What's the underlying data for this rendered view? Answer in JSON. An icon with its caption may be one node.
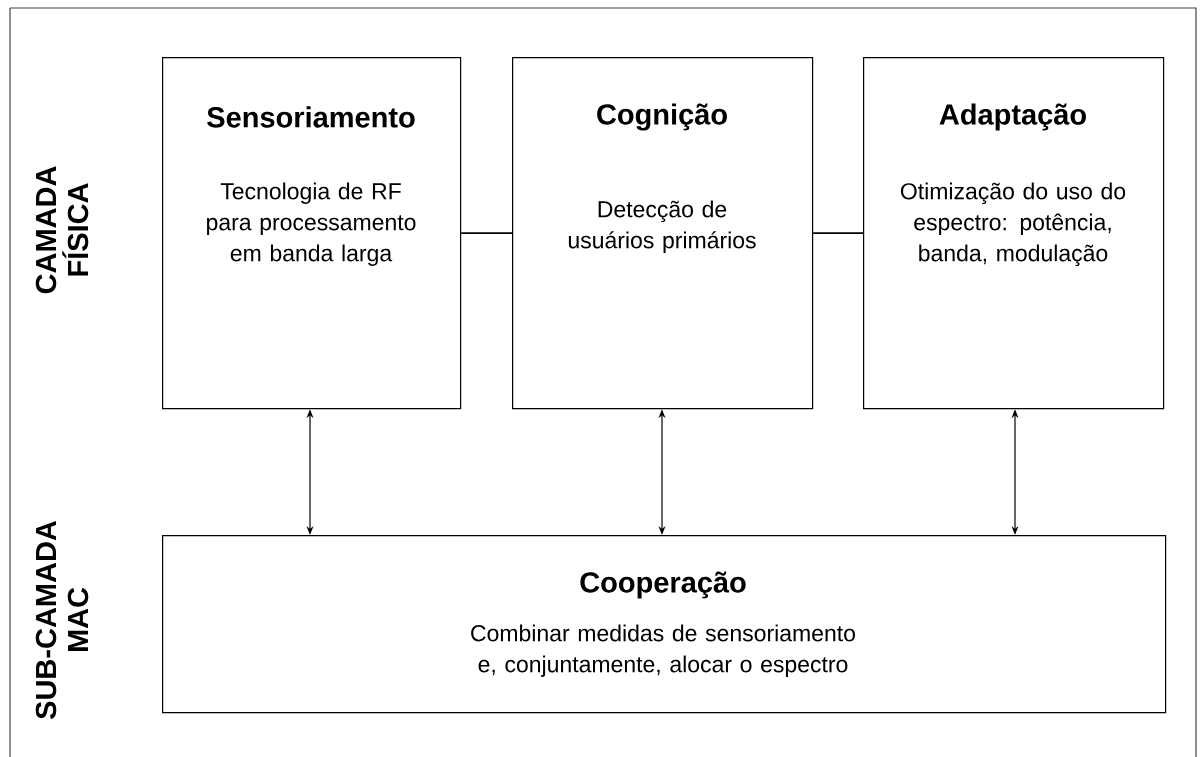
{
  "diagram": {
    "nodes": [
      {
        "text": [
          "Sensoriamento",
          "Tecnologia de RF para processamento em banda larga"
        ]
      },
      {
        "text": [
          "Cognição",
          "Detecção de usuários primários"
        ]
      },
      {
        "text": [
          "Adaptação",
          "Otimização do uso do espectro: potência, banda, modulação"
        ]
      },
      {
        "text": [
          "Cooperação",
          "Combinar medidas de sensoriamento e, conjuntamente, alocar o espectro"
        ]
      }
    ],
    "edges": [
      {
        "from": 0,
        "to": 1,
        "arrow": "none"
      },
      {
        "from": 1,
        "to": 2,
        "arrow": "none"
      },
      {
        "from": 0,
        "to": 3,
        "arrow": "both"
      },
      {
        "from": 1,
        "to": 3,
        "arrow": "both"
      },
      {
        "from": 2,
        "to": 3,
        "arrow": "both"
      }
    ],
    "labels": [
      "CAMADA FÍSICA",
      "SUB-CAMADA MAC"
    ]
  }
}
